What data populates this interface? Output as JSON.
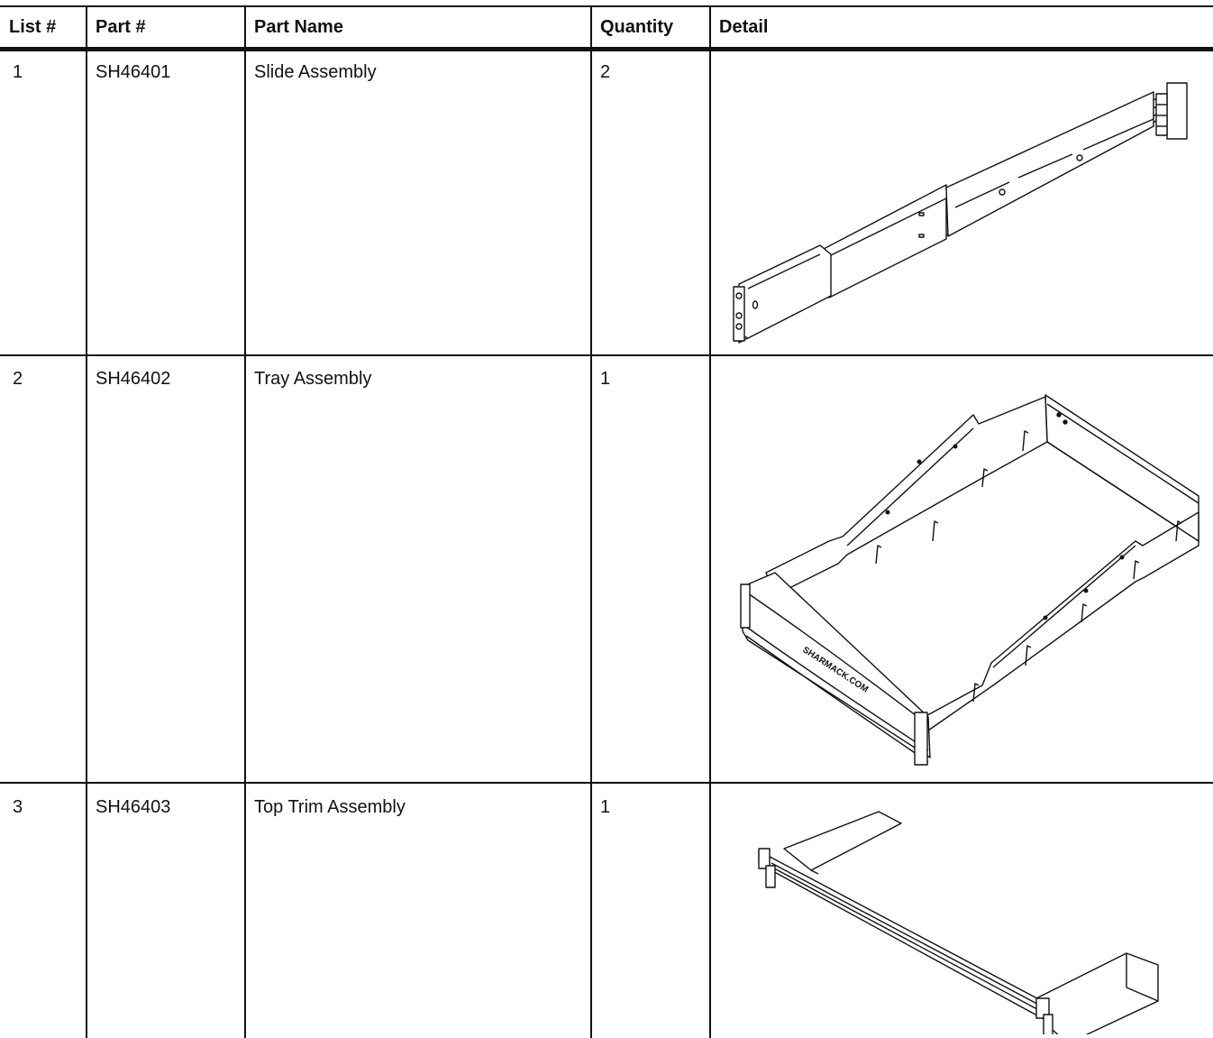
{
  "table": {
    "headers": {
      "list": "List #",
      "part": "Part #",
      "name": "Part Name",
      "quantity": "Quantity",
      "detail": "Detail"
    },
    "rows": [
      {
        "list": "1",
        "part": "SH46401",
        "name": "Slide Assembly",
        "quantity": "2",
        "detail_icon": "slide-assembly-drawing"
      },
      {
        "list": "2",
        "part": "SH46402",
        "name": "Tray Assembly",
        "quantity": "1",
        "detail_icon": "tray-assembly-drawing",
        "tray_logo": "SHARMACK.COM"
      },
      {
        "list": "3",
        "part": "SH46403",
        "name": "Top Trim Assembly",
        "quantity": "1",
        "detail_icon": "top-trim-assembly-drawing"
      }
    ]
  }
}
